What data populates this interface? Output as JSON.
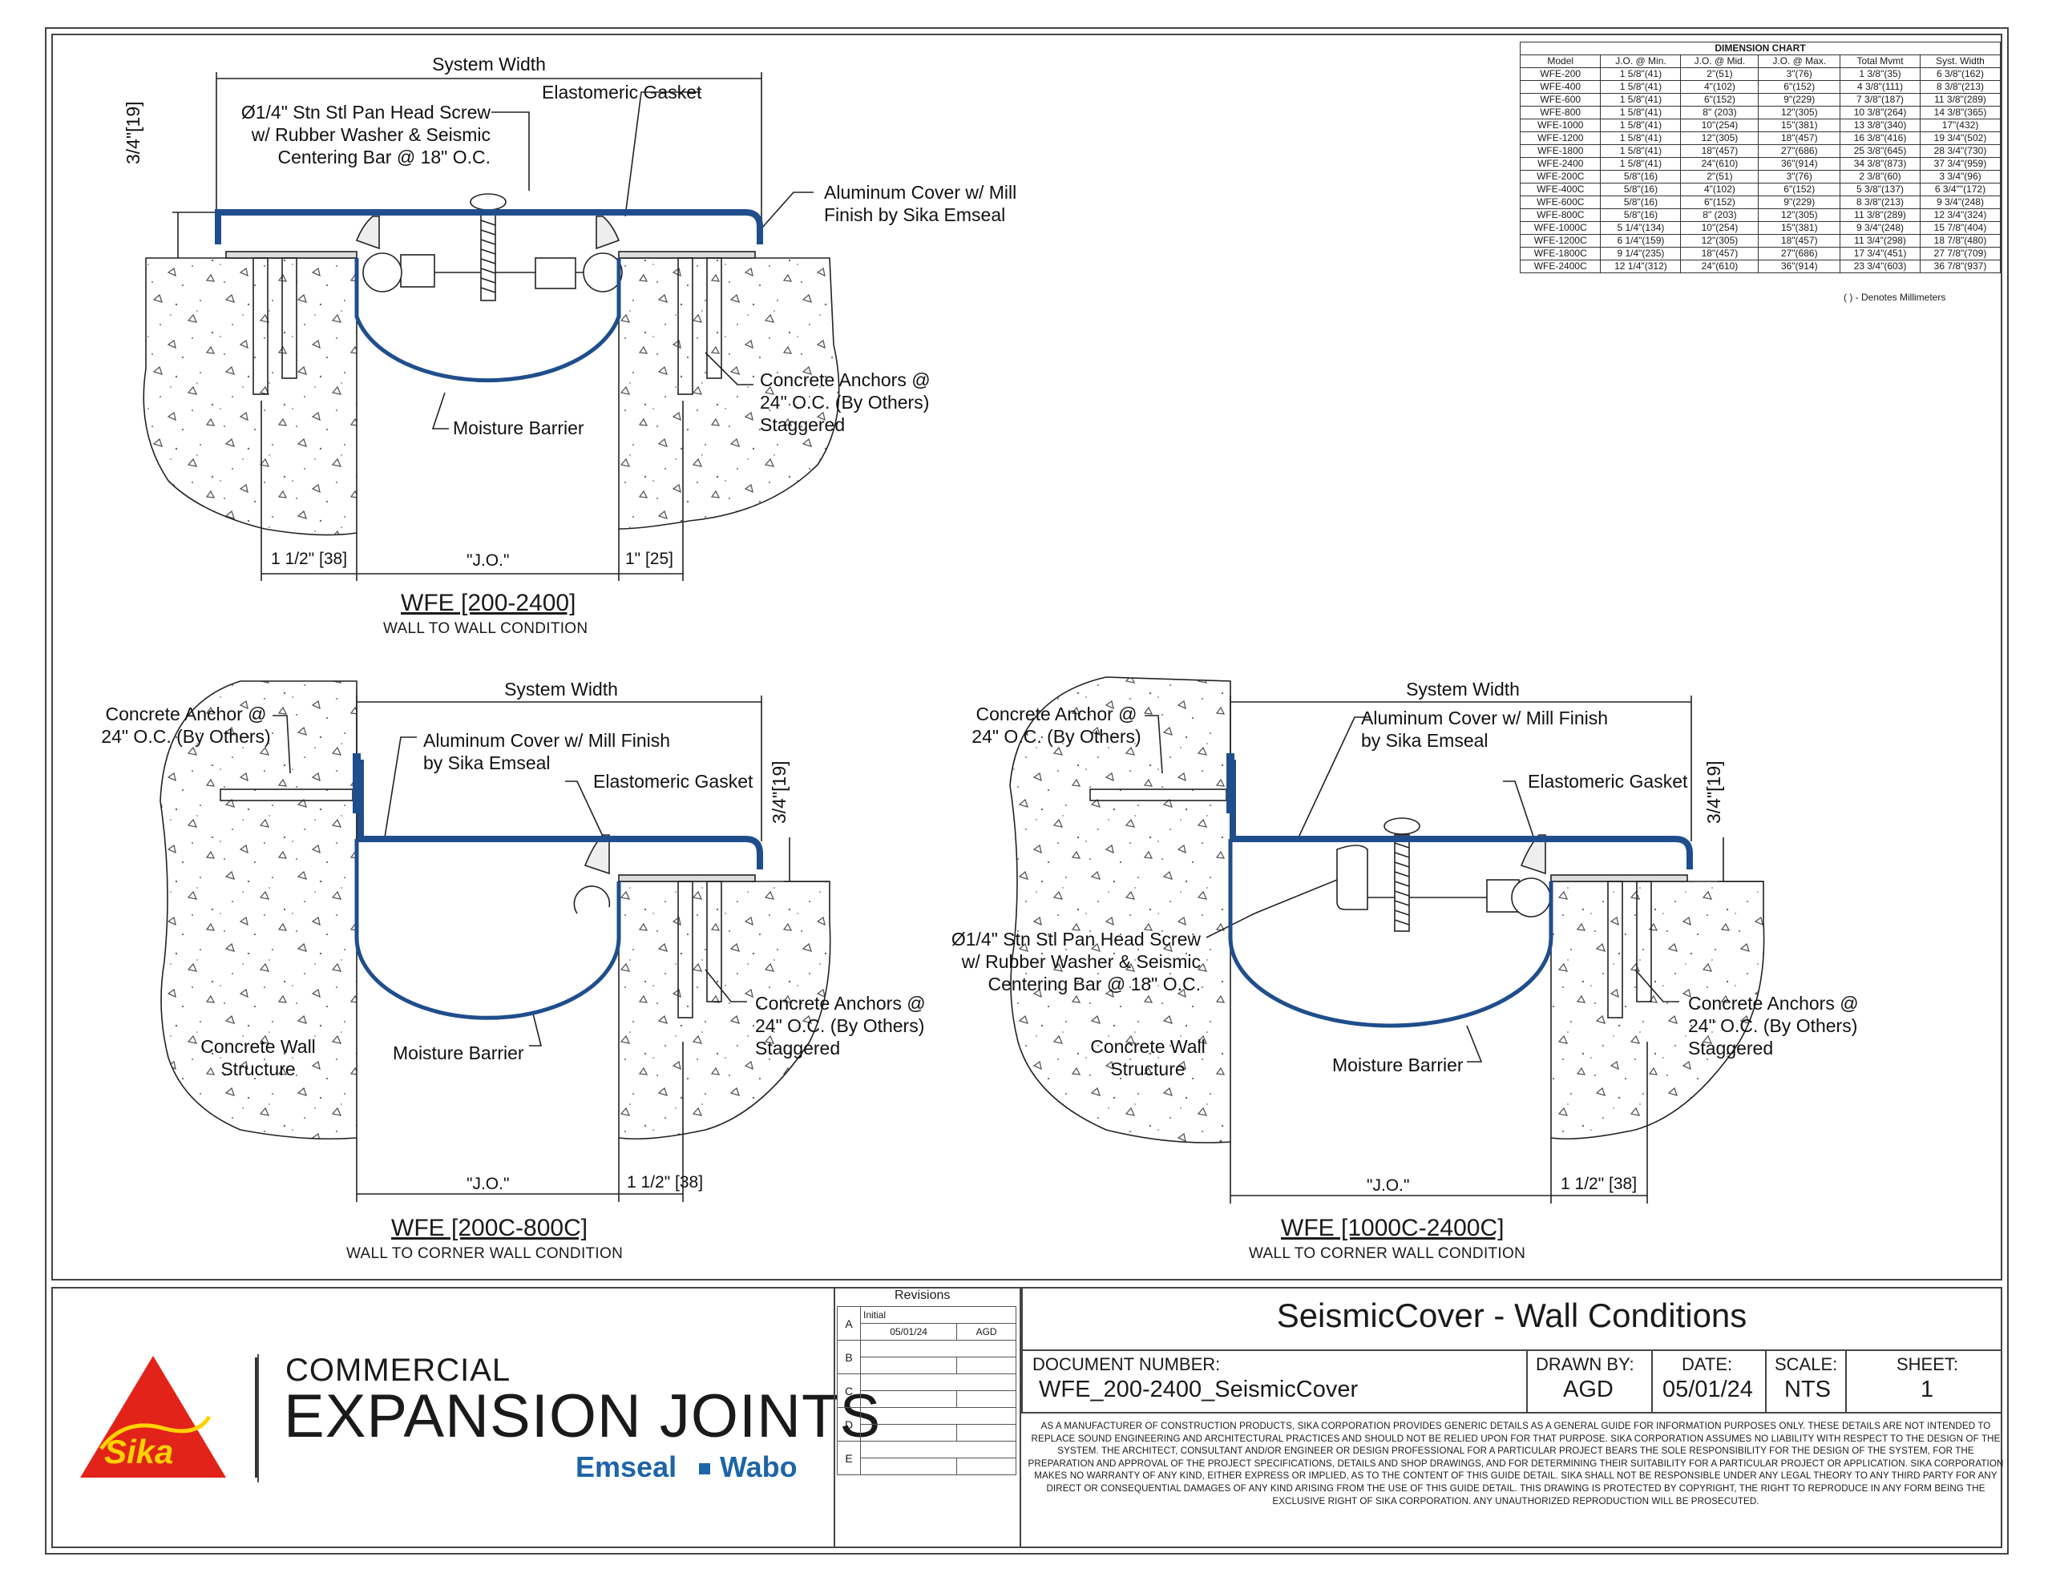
{
  "details": {
    "top": {
      "system_width": "System Width",
      "screw_label": "Ø1/4\" Stn Stl Pan Head Screw\nw/ Rubber Washer & Seismic\nCentering Bar @ 18\" O.C.",
      "gasket_label": "Elastomeric Gasket",
      "cover_label": "Aluminum Cover w/ Mill\nFinish by Sika Emseal",
      "height_dim": "3/4\"[19]",
      "moisture_label": "Moisture Barrier",
      "anchors_label": "Concrete Anchors @\n24\" O.C. (By Others)\nStaggered",
      "dim_left": "1 1/2\" [38]",
      "dim_jo": "\"J.O.\"",
      "dim_right": "1\" [25]",
      "title": "WFE [200-2400]",
      "subtitle": "WALL TO WALL CONDITION"
    },
    "bottom_left": {
      "system_width": "System Width",
      "anchor_label": "Concrete Anchor @\n24\" O.C. (By Others)",
      "cover_label": "Aluminum Cover w/ Mill Finish\nby Sika Emseal",
      "gasket_label": "Elastomeric Gasket",
      "height_dim": "3/4\"[19]",
      "anchors_label": "Concrete Anchors @\n24\" O.C. (By Others)\nStaggered",
      "wall_label": "Concrete Wall\nStructure",
      "moisture_label": "Moisture Barrier",
      "dim_jo": "\"J.O.\"",
      "dim_right": "1 1/2\" [38]",
      "title": "WFE [200C-800C]",
      "subtitle": "WALL TO CORNER WALL CONDITION"
    },
    "bottom_right": {
      "system_width": "System Width",
      "anchor_label": "Concrete Anchor @\n24\" O.C. (By Others)",
      "cover_label": "Aluminum Cover w/ Mill Finish\nby Sika Emseal",
      "gasket_label": "Elastomeric Gasket",
      "height_dim": "3/4\"[19]",
      "screw_label": "Ø1/4\" Stn Stl Pan Head Screw\nw/ Rubber Washer & Seismic\nCentering Bar @ 18\" O.C.",
      "anchors_label": "Concrete Anchors @\n24\" O.C. (By Others)\nStaggered",
      "wall_label": "Concrete Wall\nStructure",
      "moisture_label": "Moisture Barrier",
      "dim_jo": "\"J.O.\"",
      "dim_right": "1 1/2\" [38]",
      "title": "WFE [1000C-2400C]",
      "subtitle": "WALL TO CORNER WALL CONDITION"
    }
  },
  "dimension_chart": {
    "title": "DIMENSION CHART",
    "headers": [
      "Model",
      "J.O. @ Min.",
      "J.O. @ Mid.",
      "J.O. @ Max.",
      "Total Mvmt",
      "Syst. Width"
    ],
    "rows": [
      [
        "WFE-200",
        "1 5/8\"(41)",
        "2\"(51)",
        "3\"(76)",
        "1 3/8\"(35)",
        "6 3/8\"(162)"
      ],
      [
        "WFE-400",
        "1 5/8\"(41)",
        "4\"(102)",
        "6\"(152)",
        "4 3/8\"(111)",
        "8 3/8\"(213)"
      ],
      [
        "WFE-600",
        "1 5/8\"(41)",
        "6\"(152)",
        "9\"(229)",
        "7 3/8\"(187)",
        "11 3/8\"(289)"
      ],
      [
        "WFE-800",
        "1 5/8\"(41)",
        "8\" (203)",
        "12\"(305)",
        "10 3/8\"(264)",
        "14 3/8\"(365)"
      ],
      [
        "WFE-1000",
        "1 5/8\"(41)",
        "10\"(254)",
        "15\"(381)",
        "13 3/8\"(340)",
        "17\"(432)"
      ],
      [
        "WFE-1200",
        "1 5/8\"(41)",
        "12\"(305)",
        "18\"(457)",
        "16 3/8\"(416)",
        "19 3/4\"(502)"
      ],
      [
        "WFE-1800",
        "1 5/8\"(41)",
        "18\"(457)",
        "27\"(686)",
        "25 3/8\"(645)",
        "28 3/4\"(730)"
      ],
      [
        "WFE-2400",
        "1 5/8\"(41)",
        "24\"(610)",
        "36\"(914)",
        "34 3/8\"(873)",
        "37 3/4\"(959)"
      ],
      [
        "WFE-200C",
        "5/8\"(16)",
        "2\"(51)",
        "3\"(76)",
        "2 3/8\"(60)",
        "3 3/4\"(96)"
      ],
      [
        "WFE-400C",
        "5/8\"(16)",
        "4\"(102)",
        "6\"(152)",
        "5 3/8\"(137)",
        "6 3/4\"\"(172)"
      ],
      [
        "WFE-600C",
        "5/8\"(16)",
        "6\"(152)",
        "9\"(229)",
        "8 3/8\"(213)",
        "9 3/4\"(248)"
      ],
      [
        "WFE-800C",
        "5/8\"(16)",
        "8\" (203)",
        "12\"(305)",
        "11 3/8\"(289)",
        "12 3/4\"(324)"
      ],
      [
        "WFE-1000C",
        "5 1/4\"(134)",
        "10\"(254)",
        "15\"(381)",
        "9 3/4\"(248)",
        "15 7/8\"(404)"
      ],
      [
        "WFE-1200C",
        "6 1/4\"(159)",
        "12\"(305)",
        "18\"(457)",
        "11 3/4\"(298)",
        "18 7/8\"(480)"
      ],
      [
        "WFE-1800C",
        "9 1/4\"(235)",
        "18\"(457)",
        "27\"(686)",
        "17 3/4\"(451)",
        "27 7/8\"(709)"
      ],
      [
        "WFE-2400C",
        "12 1/4\"(312)",
        "24\"(610)",
        "36\"(914)",
        "23 3/4\"(603)",
        "36 7/8\"(937)"
      ]
    ],
    "note": "( ) - Denotes Millimeters"
  },
  "title_block": {
    "logo_text": "Sika",
    "brand_line1": "COMMERCIAL",
    "brand_line2": "EXPANSION JOINTS",
    "brand_sub_a": "Emseal",
    "brand_sub_b": "Wabo",
    "revisions_header": "Revisions",
    "rev_initial": "Initial",
    "rev_date": "05/01/24",
    "rev_by": "AGD",
    "rev_letters": [
      "A",
      "B",
      "C",
      "D",
      "E"
    ],
    "sheet_title": "SeismicCover - Wall Conditions",
    "doc_number_label": "DOCUMENT NUMBER:",
    "doc_number": "WFE_200-2400_SeismicCover",
    "drawn_by_label": "DRAWN BY:",
    "drawn_by": "AGD",
    "date_label": "DATE:",
    "date": "05/01/24",
    "scale_label": "SCALE:",
    "scale": "NTS",
    "sheet_label": "SHEET:",
    "sheet": "1",
    "disclaimer": "AS A MANUFACTURER OF CONSTRUCTION PRODUCTS, SIKA CORPORATION PROVIDES GENERIC DETAILS AS A GENERAL GUIDE FOR INFORMATION PURPOSES ONLY. THESE DETAILS ARE NOT INTENDED TO REPLACE SOUND ENGINEERING AND ARCHITECTURAL PRACTICES AND SHOULD NOT BE RELIED UPON FOR THAT PURPOSE. SIKA CORPORATION ASSUMES NO LIABILITY WITH RESPECT TO THE DESIGN OF THE SYSTEM. THE ARCHITECT, CONSULTANT AND/OR ENGINEER OR DESIGN PROFESSIONAL FOR A PARTICULAR PROJECT BEARS THE SOLE RESPONSIBILITY FOR THE DESIGN OF THE SYSTEM, FOR THE PREPARATION AND APPROVAL OF THE PROJECT SPECIFICATIONS, DETAILS AND SHOP DRAWINGS, AND FOR DETERMINING THEIR SUITABILITY FOR A PARTICULAR PROJECT OR APPLICATION. SIKA CORPORATION MAKES NO WARRANTY OF ANY KIND, EITHER EXPRESS OR IMPLIED, AS TO THE CONTENT OF THIS GUIDE DETAIL. SIKA SHALL NOT BE RESPONSIBLE UNDER ANY LEGAL THEORY TO ANY THIRD PARTY FOR ANY DIRECT OR CONSEQUENTIAL DAMAGES OF ANY KIND ARISING FROM THE USE OF THIS GUIDE DETAIL. THIS DRAWING IS PROTECTED BY COPYRIGHT, THE RIGHT TO REPRODUCE IN ANY FORM BEING THE EXCLUSIVE RIGHT OF SIKA CORPORATION. ANY UNAUTHORIZED REPRODUCTION WILL BE PROSECUTED."
  },
  "colors": {
    "cover_blue": "#1f4e8c",
    "sika_red": "#e2231a",
    "sika_yellow": "#ffd200",
    "brand_blue": "#1d64a8"
  }
}
